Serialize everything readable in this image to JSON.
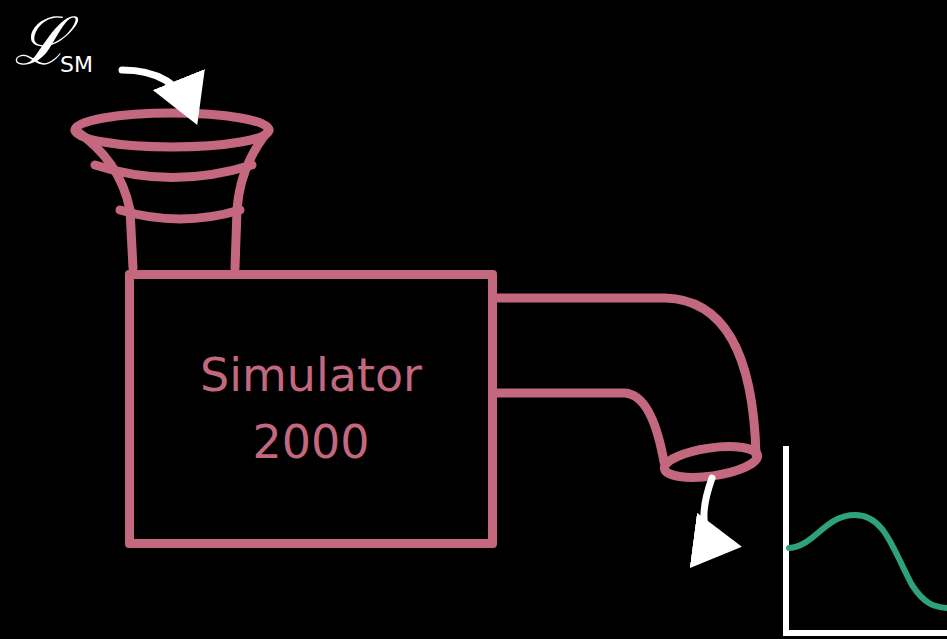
{
  "diagram": {
    "nodes": [
      {
        "text": [
          "Simulator 2000"
        ]
      }
    ],
    "labels": [
      "ℒ",
      "SM"
    ]
  }
}
